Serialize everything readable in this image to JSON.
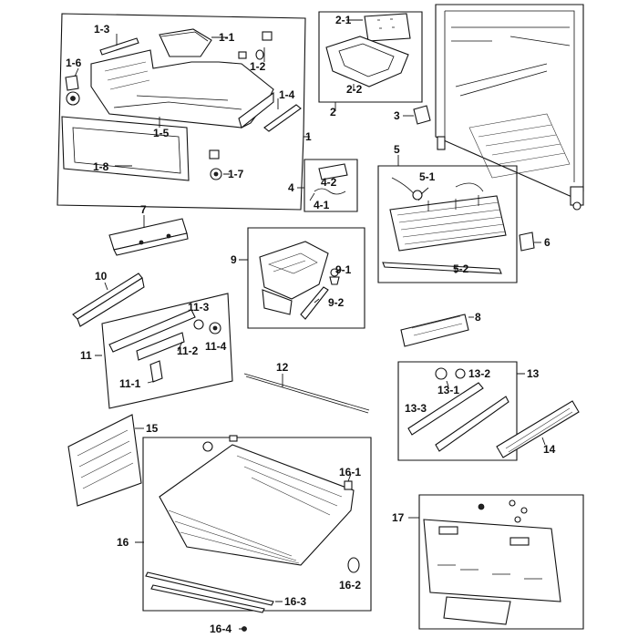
{
  "labels": {
    "l1": "1",
    "l1_1": "1-1",
    "l1_2": "1-2",
    "l1_3": "1-3",
    "l1_4": "1-4",
    "l1_5": "1-5",
    "l1_6": "1-6",
    "l1_7": "1-7",
    "l1_8": "1-8",
    "l2": "2",
    "l2_1": "2-1",
    "l2_2": "2-2",
    "l3": "3",
    "l4": "4",
    "l4_1": "4-1",
    "l4_2": "4-2",
    "l5": "5",
    "l5_1": "5-1",
    "l5_2": "5-2",
    "l6": "6",
    "l7": "7",
    "l8": "8",
    "l9": "9",
    "l9_1": "9-1",
    "l9_2": "9-2",
    "l10": "10",
    "l11": "11",
    "l11_1": "11-1",
    "l11_2": "11-2",
    "l11_3": "11-3",
    "l11_4": "11-4",
    "l12": "12",
    "l13": "13",
    "l13_1": "13-1",
    "l13_2": "13-2",
    "l13_3": "13-3",
    "l14": "14",
    "l15": "15",
    "l16": "16",
    "l16_1": "16-1",
    "l16_2": "16-2",
    "l16_3": "16-3",
    "l16_4": "16-4",
    "l17": "17"
  }
}
